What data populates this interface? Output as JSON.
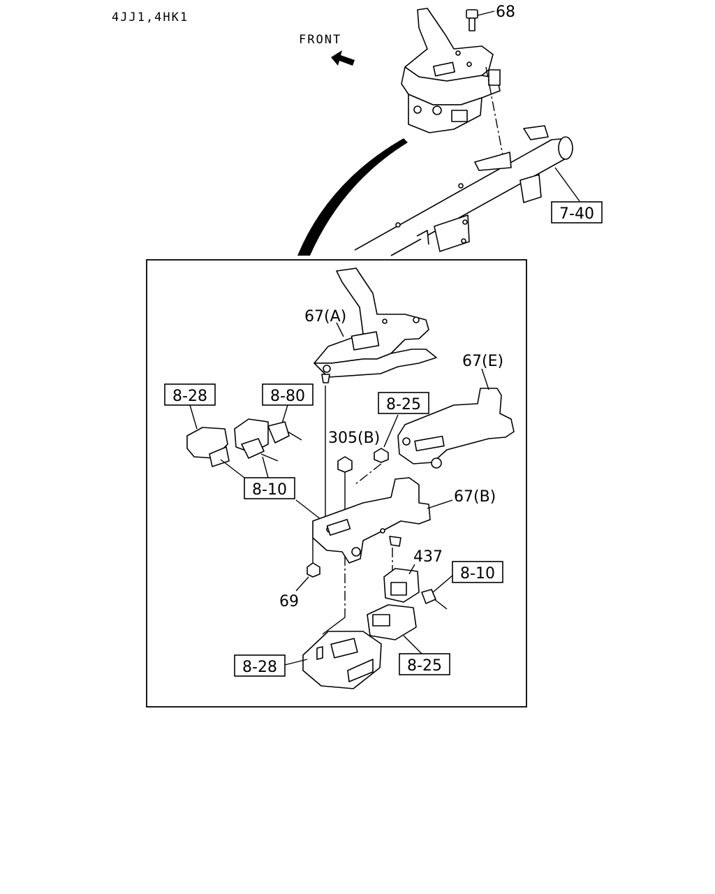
{
  "header": {
    "engine_codes": "4JJ1,4HK1"
  },
  "orientation": {
    "front_label": "FRONT"
  },
  "refs": {
    "r68": "68",
    "r7_40": "7-40",
    "r67a": "67(A)",
    "r67e": "67(E)",
    "r67b": "67(B)",
    "r305b": "305(B)",
    "r437": "437",
    "r69": "69",
    "b8_28_top": "8-28",
    "b8_80": "8-80",
    "b8_25_top": "8-25",
    "b8_10_left": "8-10",
    "b8_10_right": "8-10",
    "b8_28_bottom": "8-28",
    "b8_25_bottom": "8-25"
  }
}
